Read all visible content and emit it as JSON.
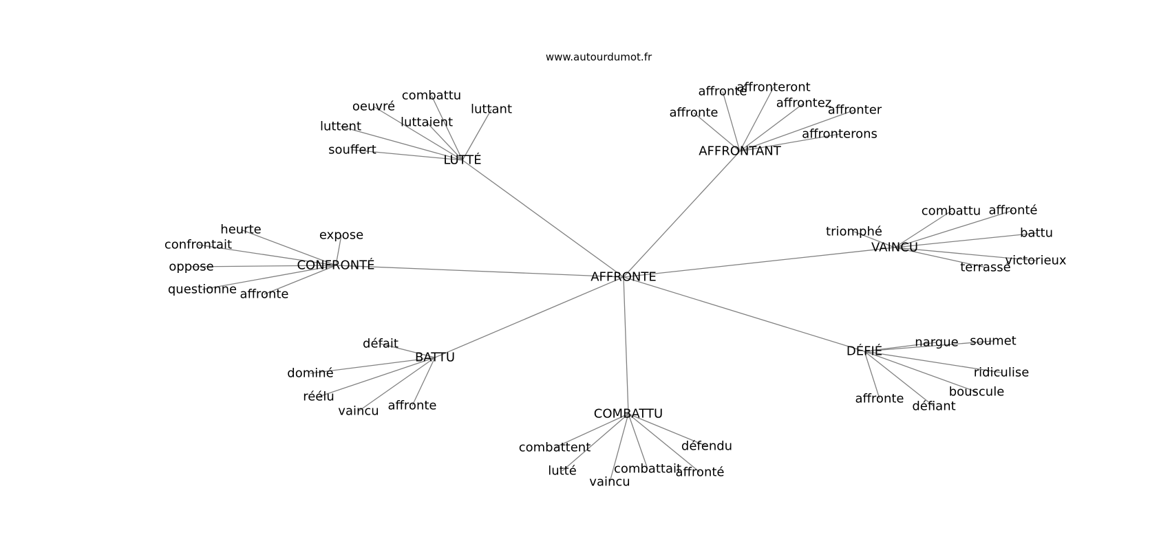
{
  "site": "www.autourdumot.fr",
  "colors": {
    "edge": "#808080",
    "text": "#000000",
    "background": "#ffffff"
  },
  "graph": {
    "center": "AFFRONTE",
    "clusters": [
      {
        "id": "lutte",
        "label": "LUTTÉ",
        "leaves": [
          "combattu",
          "oeuvré",
          "luttant",
          "luttaient",
          "luttent",
          "souffert"
        ]
      },
      {
        "id": "affrontant",
        "label": "AFFRONTANT",
        "leaves": [
          "affronteront",
          "affronté",
          "affrontez",
          "affronter",
          "affronte",
          "affronterons"
        ]
      },
      {
        "id": "confronte",
        "label": "CONFRONTÉ",
        "leaves": [
          "heurte",
          "expose",
          "confrontait",
          "oppose",
          "questionne",
          "affronte"
        ]
      },
      {
        "id": "vaincu",
        "label": "VAINCU",
        "leaves": [
          "combattu",
          "affronté",
          "triomphé",
          "battu",
          "victorieux",
          "terrassé"
        ]
      },
      {
        "id": "battu",
        "label": "BATTU",
        "leaves": [
          "défait",
          "dominé",
          "réélu",
          "vaincu",
          "affronte"
        ]
      },
      {
        "id": "defie",
        "label": "DÉFIÉ",
        "leaves": [
          "nargue",
          "soumet",
          "ridiculise",
          "bouscule",
          "affronte",
          "défiant"
        ]
      },
      {
        "id": "combattu",
        "label": "COMBATTU",
        "leaves": [
          "combattent",
          "défendu",
          "lutté",
          "combattait",
          "affronté",
          "vaincu"
        ]
      }
    ]
  }
}
